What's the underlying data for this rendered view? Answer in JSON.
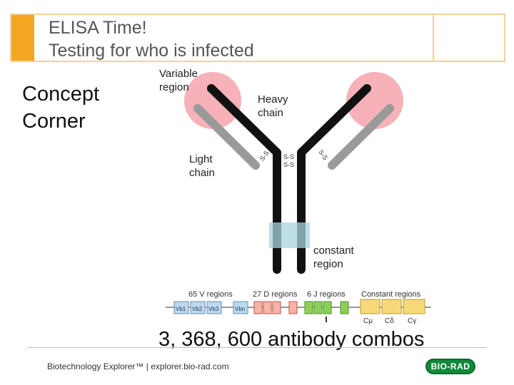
{
  "slide": {
    "title_line1": "ELISA Time!",
    "title_line2": "Testing for who is infected",
    "concept_line1": "Concept",
    "concept_line2": "Corner",
    "combos": "3, 368, 600 antibody combos"
  },
  "antibody": {
    "variable_line1": "Variable",
    "variable_line2": "region",
    "heavy_line1": "Heavy",
    "heavy_line2": "chain",
    "light_line1": "Light",
    "light_line2": "chain",
    "constant_line1": "constant",
    "constant_line2": "region",
    "disulfide": "S-S",
    "colors": {
      "heavy_chain": "#111111",
      "light_chain": "#9a9a9a",
      "variable_region": "#f4a3ad",
      "constant_region": "#a8d4dc"
    }
  },
  "gene_segments": {
    "v_label": "65 V regions",
    "d_label": "27 D regions",
    "j_label": "6 J regions",
    "c_label": "Constant regions",
    "v_boxes": [
      "Vb1",
      "Vb2",
      "Vb3",
      "Vbn"
    ],
    "c_boxes": [
      "Cμ",
      "Cδ",
      "Cγ"
    ],
    "colors": {
      "v": "#bcd8f0",
      "d": "#f5b5a8",
      "j": "#8ccf5a",
      "c": "#f7d97a"
    }
  },
  "footer": {
    "text": "Biotechnology Explorer™ |   explorer.bio-rad.com",
    "logo": "BIO-RAD"
  }
}
